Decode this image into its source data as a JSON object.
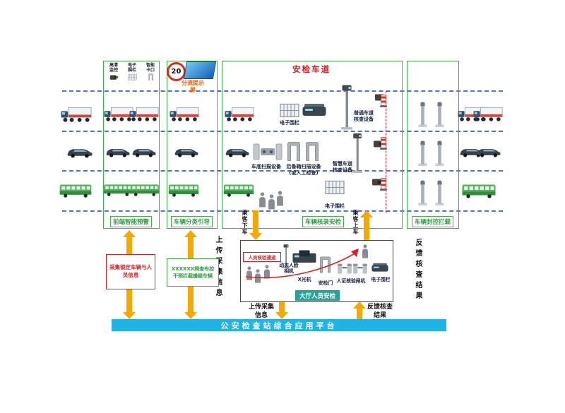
{
  "zones": {
    "front_warning": "前端智能预警",
    "classify_guide": "车辆分类引导",
    "lane_title": "安检车道",
    "vehicle_check": "车辆核录安检",
    "block_intercept": "车辆封控拦载",
    "hall": "大厅人员安检"
  },
  "top_panel": {
    "items": [
      {
        "label": "高清监控"
      },
      {
        "label": "电子围栏"
      },
      {
        "label": "智能卡口"
      }
    ]
  },
  "signs": {
    "speed_limit": "20",
    "screen": "分流提示屏"
  },
  "equipment": {
    "fence_top": "电子围栏",
    "normal_lane": "普通车道核查设备",
    "under_scan": "车底扫描设备",
    "trunk_scan": "后备箱扫描设备(或人工检查)",
    "smart_lane": "智慧车道核查设备",
    "fence_bottom": "电子围栏"
  },
  "hall": {
    "channel": "人员核验通道",
    "face_camera": "动态人脸相机",
    "xray": "X光机",
    "security_gate": "安检门",
    "id_gate": "人证核验闸机",
    "fence": "电子围栏"
  },
  "flows": {
    "upload_side": "上传采集信息",
    "feedback_side": "反馈核查结果",
    "upload_bottom": "上传采集信息",
    "feedback_bottom": "反馈核查结果",
    "passenger_off": "乘客下车",
    "passenger_on": "乘客上车"
  },
  "notes": {
    "red_note": "采集锁定车辆与人员信息",
    "green_line1": "XXXXXX缉查布控",
    "green_line2": "干预拦截嫌疑车辆"
  },
  "platform": {
    "title": "公安检查站综合应用平台"
  },
  "colors": {
    "zone_green": "#43b04a",
    "arrow_yellow": "#f5a800",
    "platform_cyan": "#1fb3e6",
    "alert_red": "#e02020",
    "lane_blue": "#4a74d4"
  }
}
